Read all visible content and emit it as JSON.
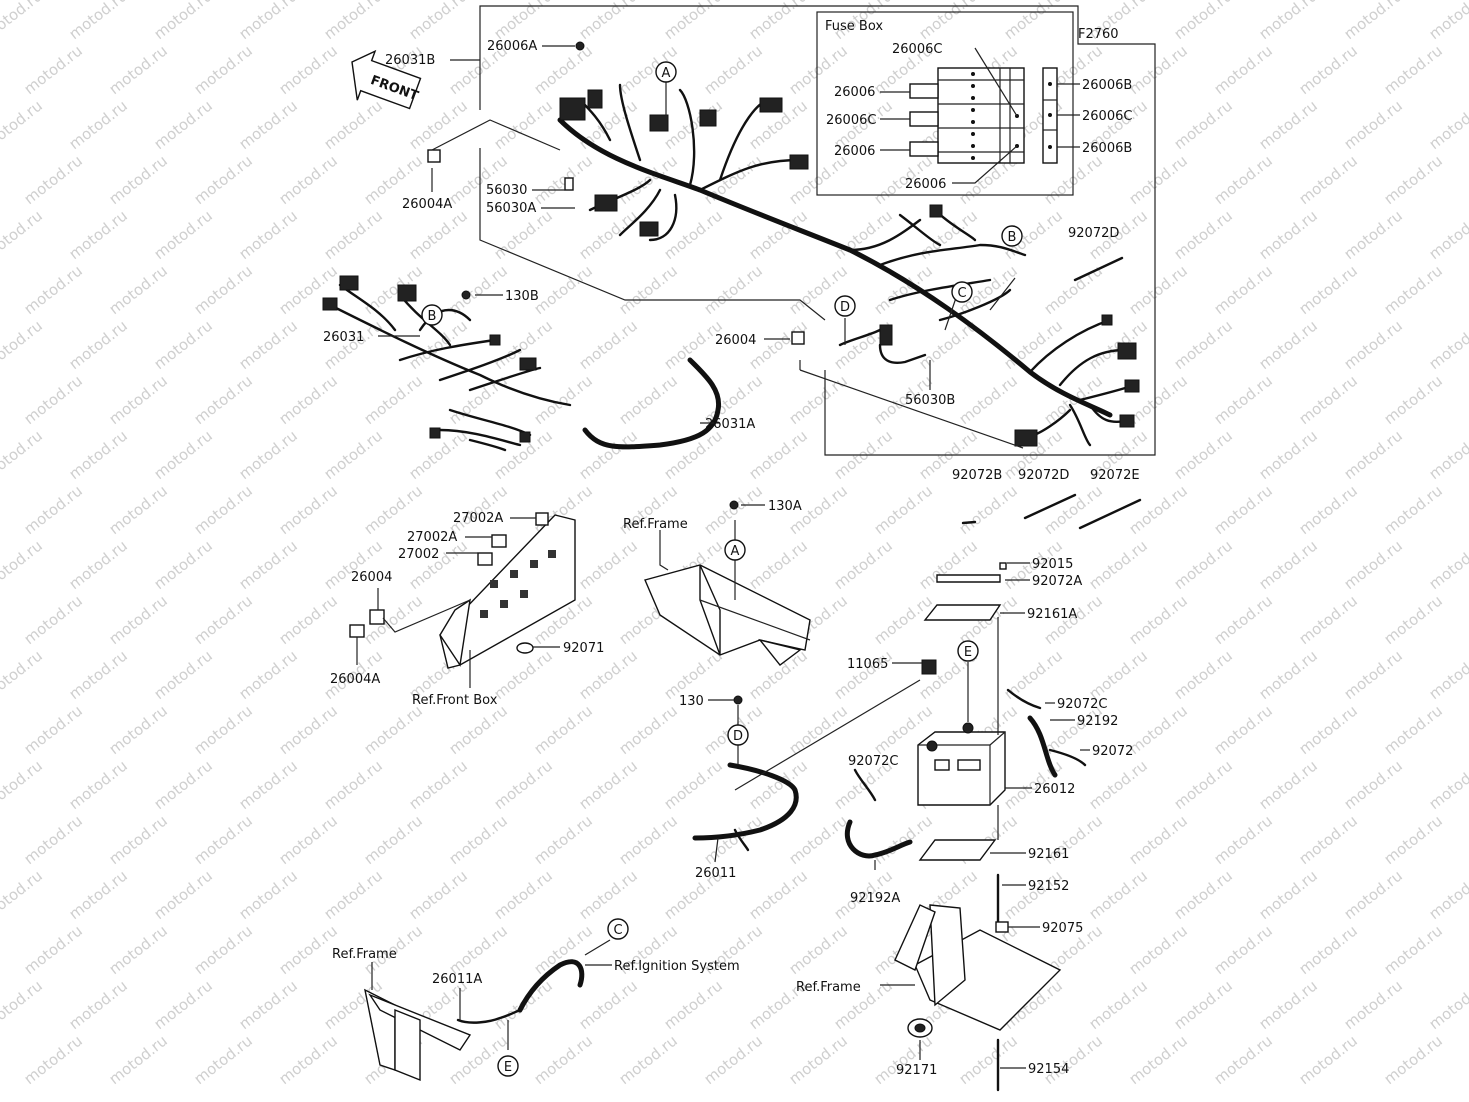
{
  "diagram": {
    "figure_code": "F2760",
    "fuse_box_title": "Fuse Box",
    "front_arrow_text": "FRONT",
    "callouts": [
      "A",
      "B",
      "C",
      "D",
      "E"
    ],
    "watermark": "motod.ru",
    "labels": [
      "26031B",
      "26006A",
      "26004A",
      "56030",
      "56030A",
      "26006C",
      "26006",
      "26006C",
      "26006",
      "26006",
      "26006B",
      "26006C",
      "26006B",
      "92072D",
      "130B",
      "26031",
      "26004",
      "56030B",
      "26031A",
      "92072B",
      "92072D",
      "92072E",
      "27002A",
      "27002A",
      "27002",
      "26004",
      "26004A",
      "92071",
      "Ref.Front Box",
      "Ref.Frame",
      "130A",
      "11065",
      "130",
      "26011",
      "92015",
      "92072A",
      "92161A",
      "92072C",
      "92192",
      "92072",
      "92072C",
      "26012",
      "92161",
      "92192A",
      "92152",
      "92075",
      "Ref.Frame",
      "26011A",
      "Ref.Ignition System",
      "Ref.Frame",
      "92171",
      "92154"
    ]
  }
}
